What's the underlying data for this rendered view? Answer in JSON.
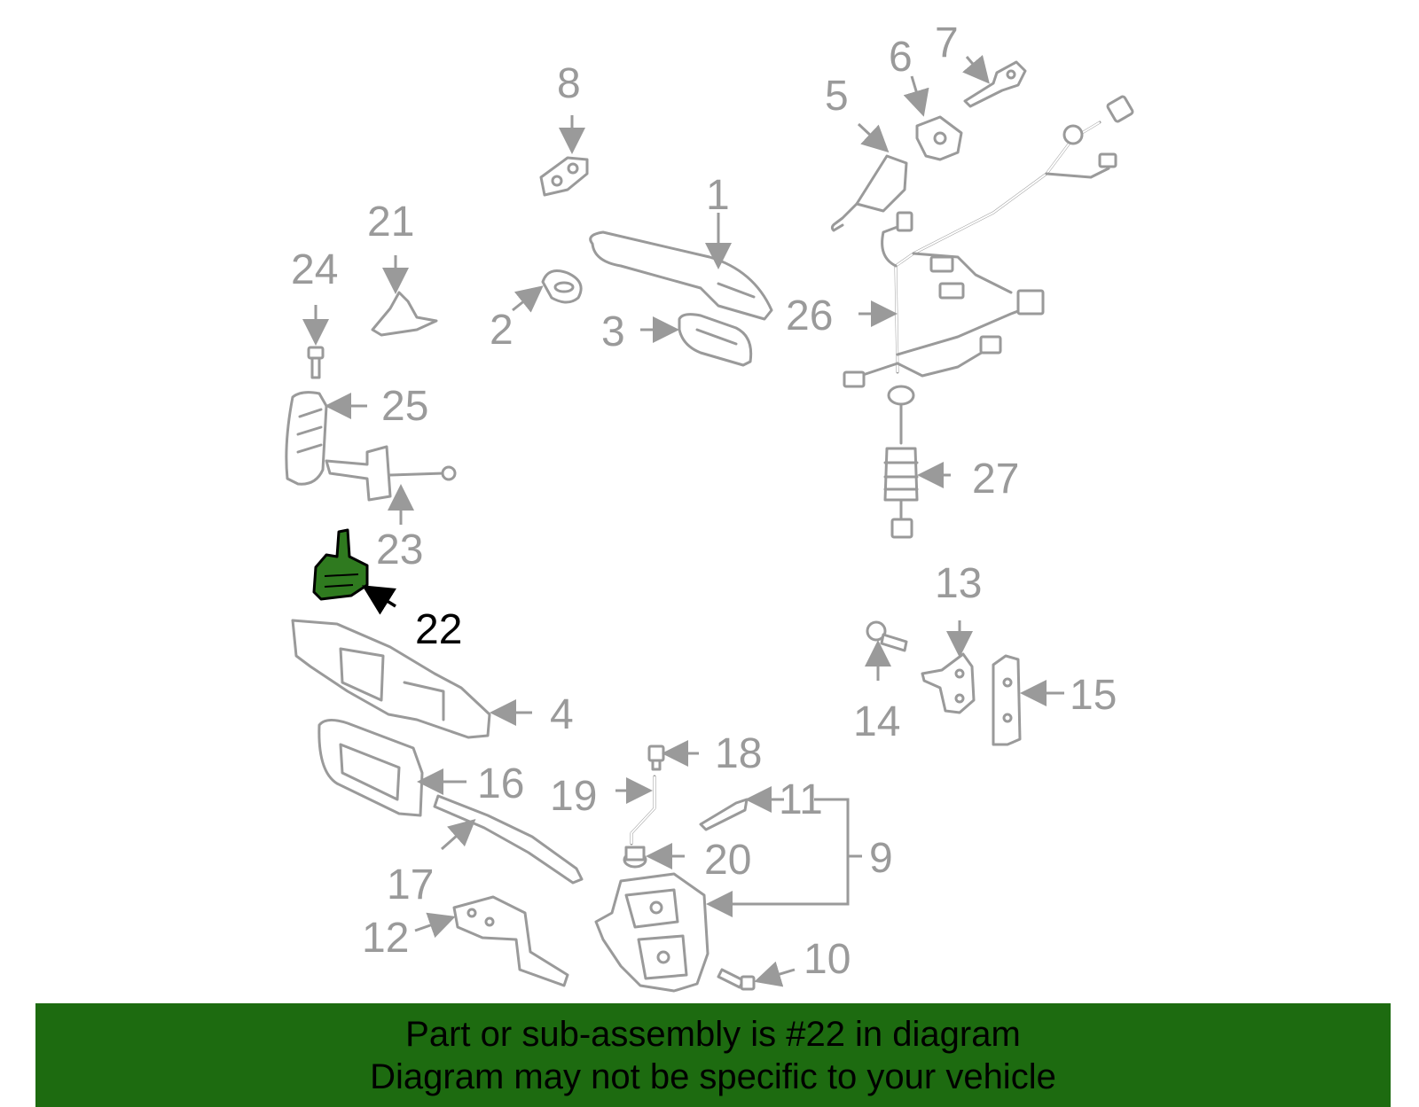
{
  "callouts": {
    "c1": "1",
    "c2": "2",
    "c3": "3",
    "c4": "4",
    "c5": "5",
    "c6": "6",
    "c7": "7",
    "c8": "8",
    "c9": "9",
    "c10": "10",
    "c11": "11",
    "c12": "12",
    "c13": "13",
    "c14": "14",
    "c15": "15",
    "c16": "16",
    "c17": "17",
    "c18": "18",
    "c19": "19",
    "c20": "20",
    "c21": "21",
    "c22": "22",
    "c23": "23",
    "c24": "24",
    "c25": "25",
    "c26": "26",
    "c27": "27"
  },
  "highlight": {
    "callout": "22",
    "color": "#2f7a1f"
  },
  "banner": {
    "line1": "Part or sub-assembly is #22 in diagram",
    "line2": "Diagram may not be specific to your vehicle",
    "color": "#1d6b10"
  }
}
